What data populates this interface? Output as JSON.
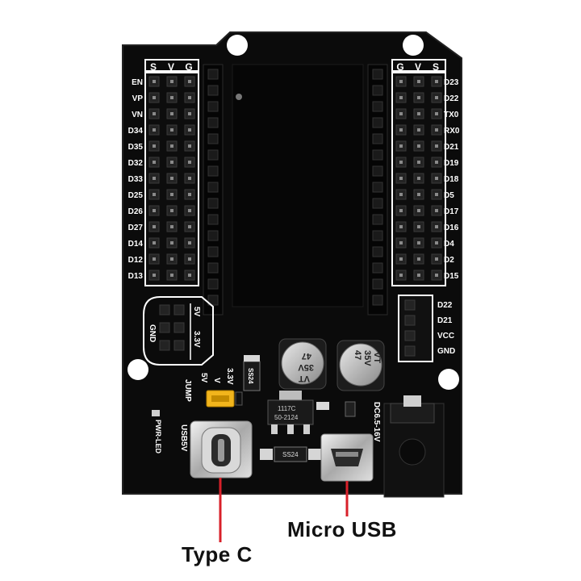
{
  "callouts": {
    "type_c": "Type C",
    "micro_usb": "Micro USB"
  },
  "left_header": [
    "S",
    "V",
    "G"
  ],
  "right_header": [
    "G",
    "V",
    "S"
  ],
  "left_pins": [
    "EN",
    "VP",
    "VN",
    "D34",
    "D35",
    "D32",
    "D33",
    "D25",
    "D26",
    "D27",
    "D14",
    "D12",
    "D13"
  ],
  "right_pins": [
    "D23",
    "D22",
    "TX0",
    "RX0",
    "D21",
    "D19",
    "D18",
    "D5",
    "D17",
    "D16",
    "D4",
    "D2",
    "D15"
  ],
  "i2c_pins": [
    "D22",
    "D21",
    "VCC",
    "GND"
  ],
  "power_select": {
    "gnd": "GND",
    "v5": "5V",
    "v33": "3.3V"
  },
  "jumper": {
    "title": "JUMP",
    "v5": "5V",
    "v": "V",
    "v33": "3.3V"
  },
  "caps": [
    {
      "top": "47",
      "mid": "35V",
      "bot": "VT"
    },
    {
      "top": "47",
      "mid": "35V",
      "bot": "VT"
    }
  ],
  "regulator": {
    "line1": "1117C",
    "line2": "50-2124"
  },
  "diode_top": "SS24",
  "diode_bottom": "SS24",
  "pwr_led": "PWR-LED",
  "usb5v": "USB5V",
  "dc_in": "DC6.5-16V",
  "colors": {
    "pcb": "#0b0b0b",
    "silk": "#ffffff",
    "callout_line": "#d8202a",
    "jumper": "#f2b51c",
    "metal": "#c9c9c9"
  }
}
